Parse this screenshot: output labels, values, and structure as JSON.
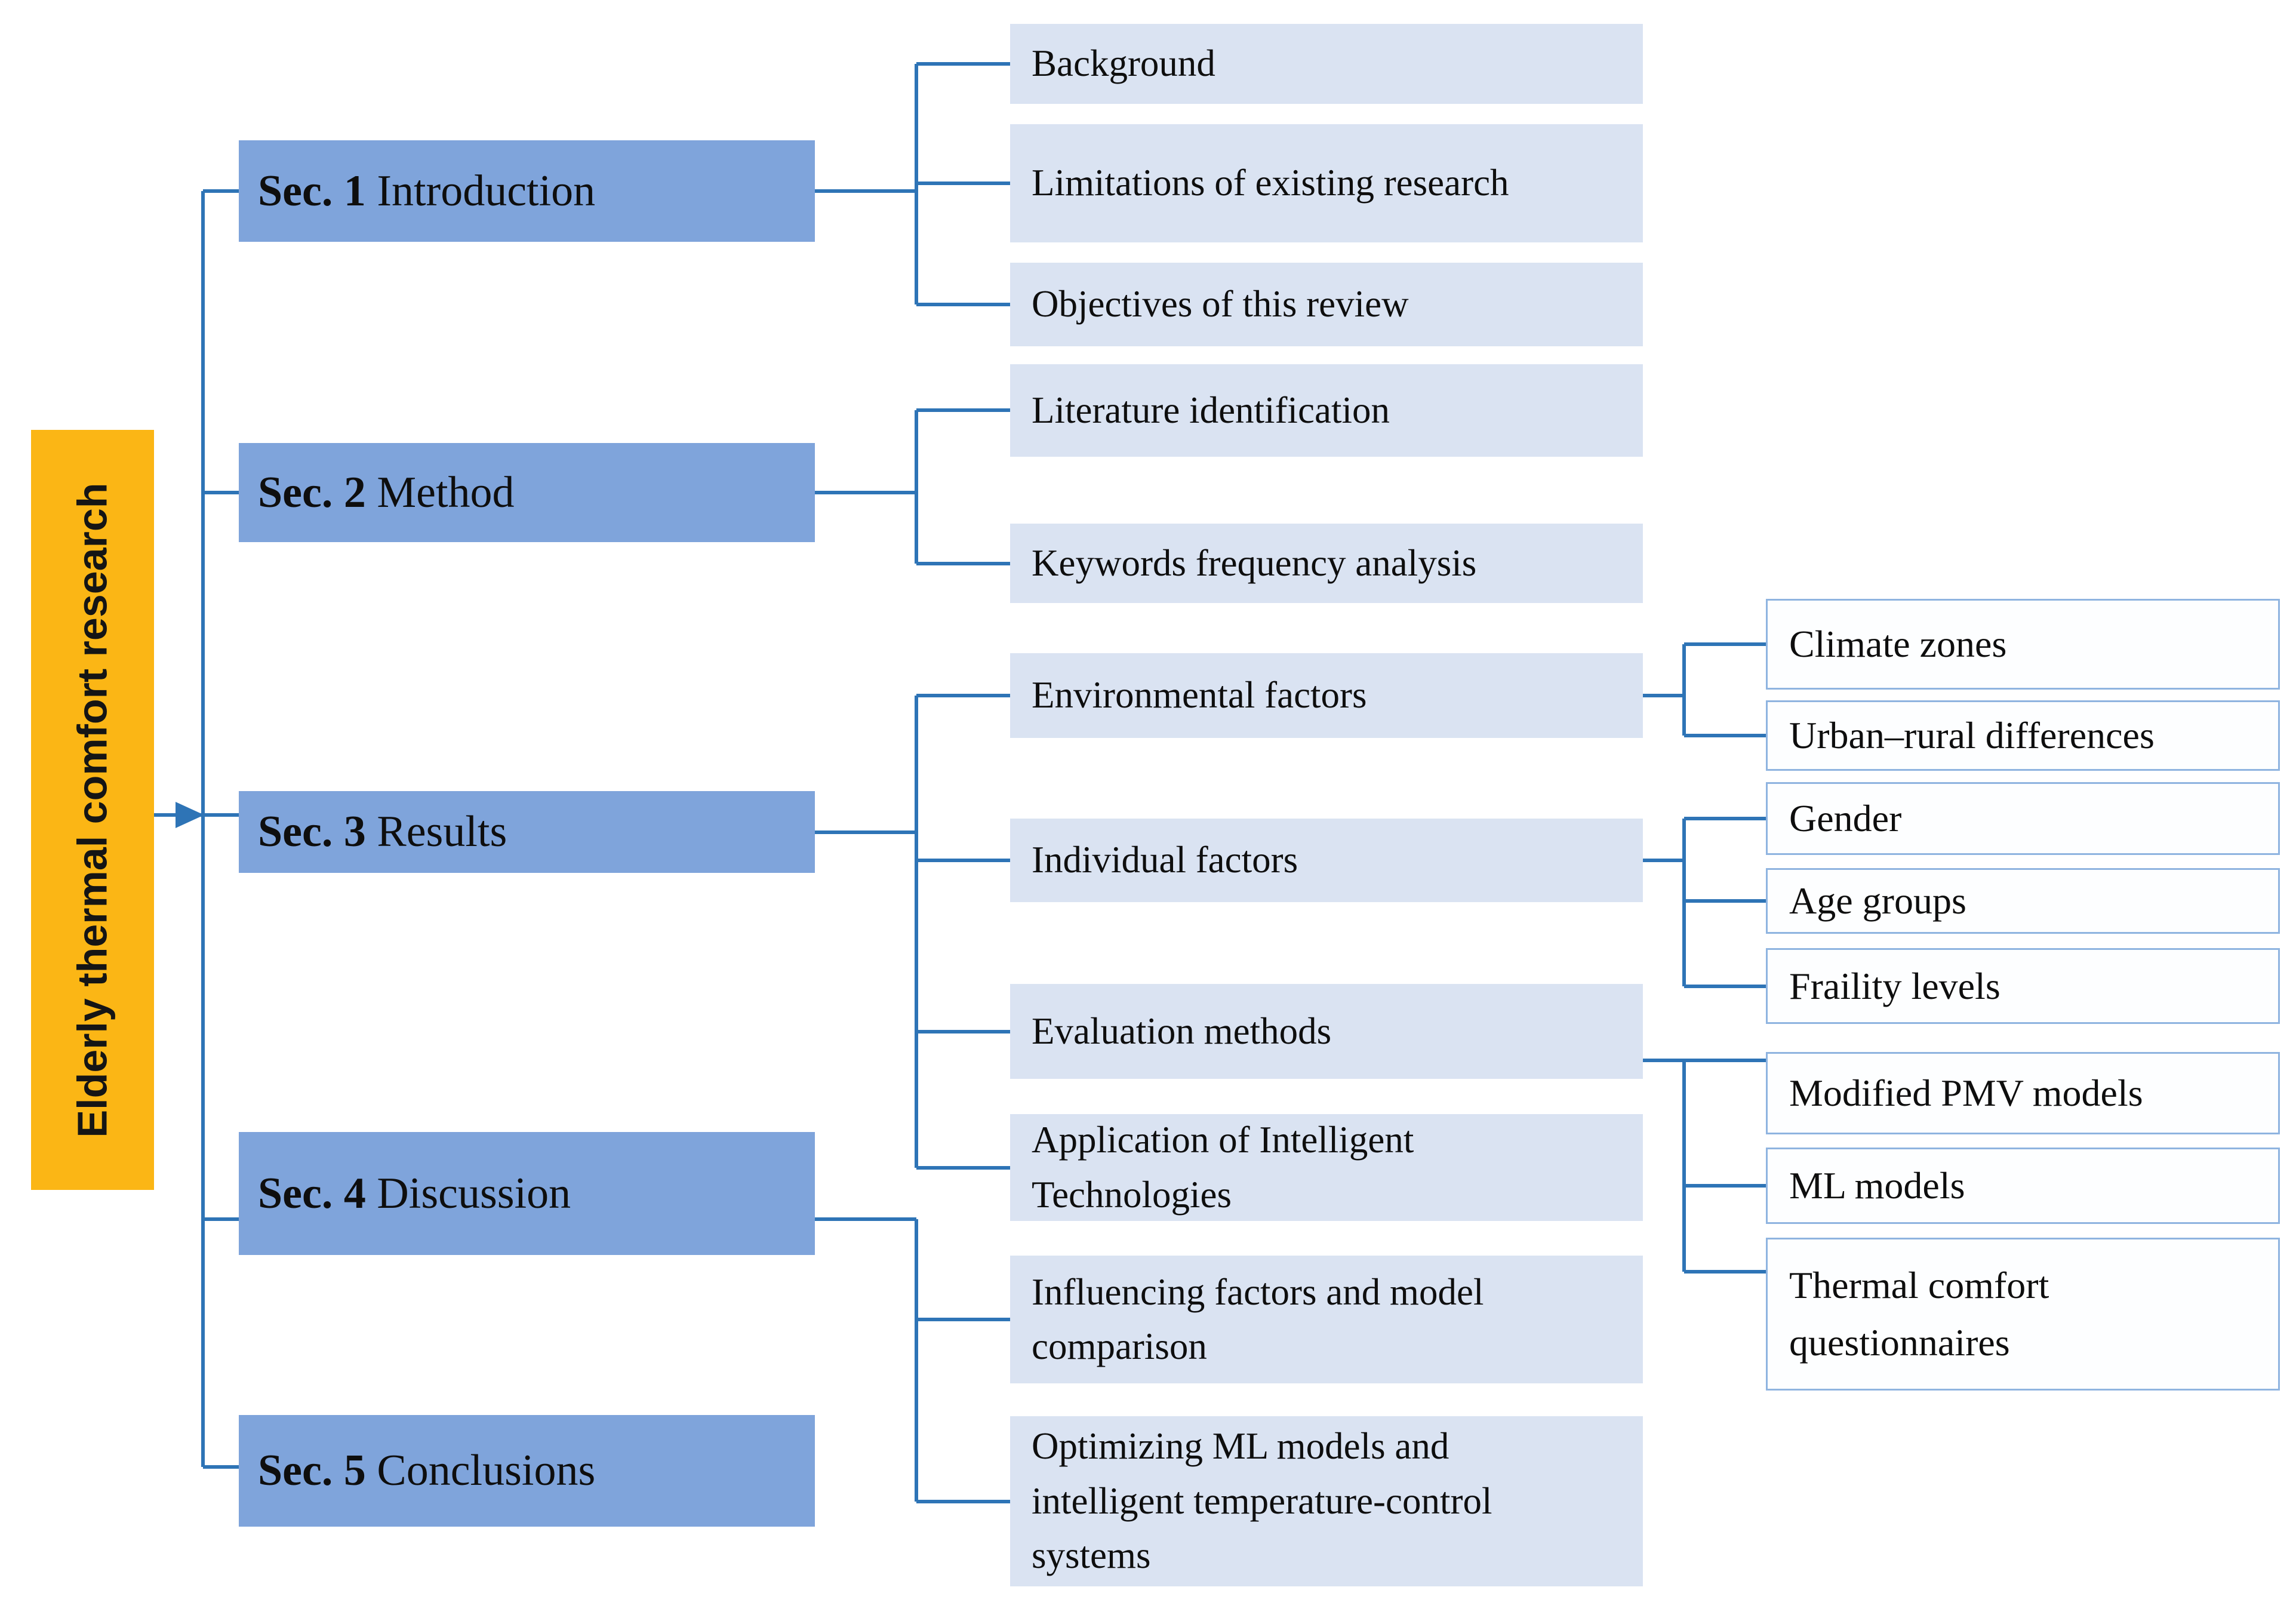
{
  "root": {
    "label": "Elderly thermal comfort research"
  },
  "sections": [
    {
      "prefix": "Sec. 1 ",
      "title": "Introduction",
      "children": [
        {
          "label": "Background",
          "children": []
        },
        {
          "label": "Limitations of existing research",
          "children": []
        },
        {
          "label": "Objectives of this review",
          "children": []
        }
      ]
    },
    {
      "prefix": "Sec. 2 ",
      "title": "Method",
      "children": [
        {
          "label": "Literature identification",
          "children": []
        },
        {
          "label": "Keywords frequency analysis",
          "children": []
        }
      ]
    },
    {
      "prefix": "Sec. 3 ",
      "title": "Results",
      "children": [
        {
          "label": "Environmental factors",
          "children": [
            {
              "label": "Climate zones"
            },
            {
              "label": "Urban–rural differences"
            }
          ]
        },
        {
          "label": "Individual factors",
          "children": [
            {
              "label": "Gender"
            },
            {
              "label": "Age groups"
            },
            {
              "label": "Fraility levels"
            }
          ]
        },
        {
          "label": "Evaluation methods",
          "children": [
            {
              "label": "Modified PMV models"
            },
            {
              "label": "ML models"
            },
            {
              "label": "Thermal comfort questionnaires"
            }
          ]
        },
        {
          "label": "Application of Intelligent Technologies",
          "children": []
        }
      ]
    },
    {
      "prefix": "Sec. 4 ",
      "title": "Discussion",
      "children": [
        {
          "label": "Influencing factors and model comparison",
          "children": []
        },
        {
          "label": "Optimizing ML models and intelligent temperature-control systems",
          "children": []
        }
      ]
    },
    {
      "prefix": "Sec. 5 ",
      "title": "Conclusions",
      "children": []
    }
  ],
  "colors": {
    "root_fill": "#FBB615",
    "section_fill": "#7FA4DB",
    "child_fill": "#DAE3F2",
    "leaf_fill": "#FDFEFF",
    "leaf_border": "#8FB4E0",
    "connector": "#2E74B6",
    "text": "#0E0E0E"
  }
}
